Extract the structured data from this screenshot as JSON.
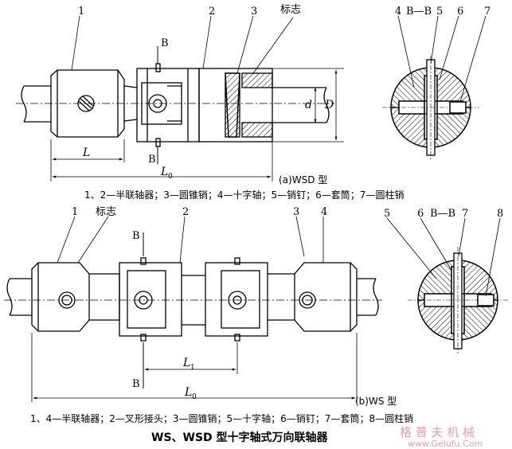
{
  "figure_a": {
    "callouts": [
      "1",
      "2",
      "3"
    ],
    "mark_label": "标志",
    "section": "B—B",
    "section_markers": [
      "B",
      "B"
    ],
    "section_callouts": [
      "4",
      "5",
      "6",
      "7"
    ],
    "dim_L": "L",
    "dim_L0": "L",
    "dim_L0_sub": "0",
    "dim_d": "d",
    "dim_D": "D",
    "caption": "(a)WSD 型",
    "legend": "1、2—半联轴器；3—圆锥销；4—十字轴；5—销钉；6—套筒；7—圆柱销"
  },
  "figure_b": {
    "callouts": [
      "1",
      "2",
      "3",
      "4"
    ],
    "mark_label": "标志",
    "section": "B—B",
    "section_markers": [
      "B",
      "B"
    ],
    "section_callouts": [
      "5",
      "6",
      "7",
      "8"
    ],
    "dim_L1": "L",
    "dim_L1_sub": "1",
    "dim_L0": "L",
    "dim_L0_sub": "0",
    "caption": "(b)WS 型",
    "legend": "1、4—半联轴器；2—叉形接头；3—圆锥销；5—十字轴；6—销钉；7—套筒；8—圆柱销"
  },
  "title": "WS、WSD 型十字轴式万向联轴器",
  "watermark": {
    "line1": "格 普 夫 机 械",
    "line2": "www.Gelufu.Com",
    "color": "#e8a0a8"
  },
  "colors": {
    "ink": "#000000",
    "hatch": "#000000",
    "paper": "#ffffff"
  }
}
